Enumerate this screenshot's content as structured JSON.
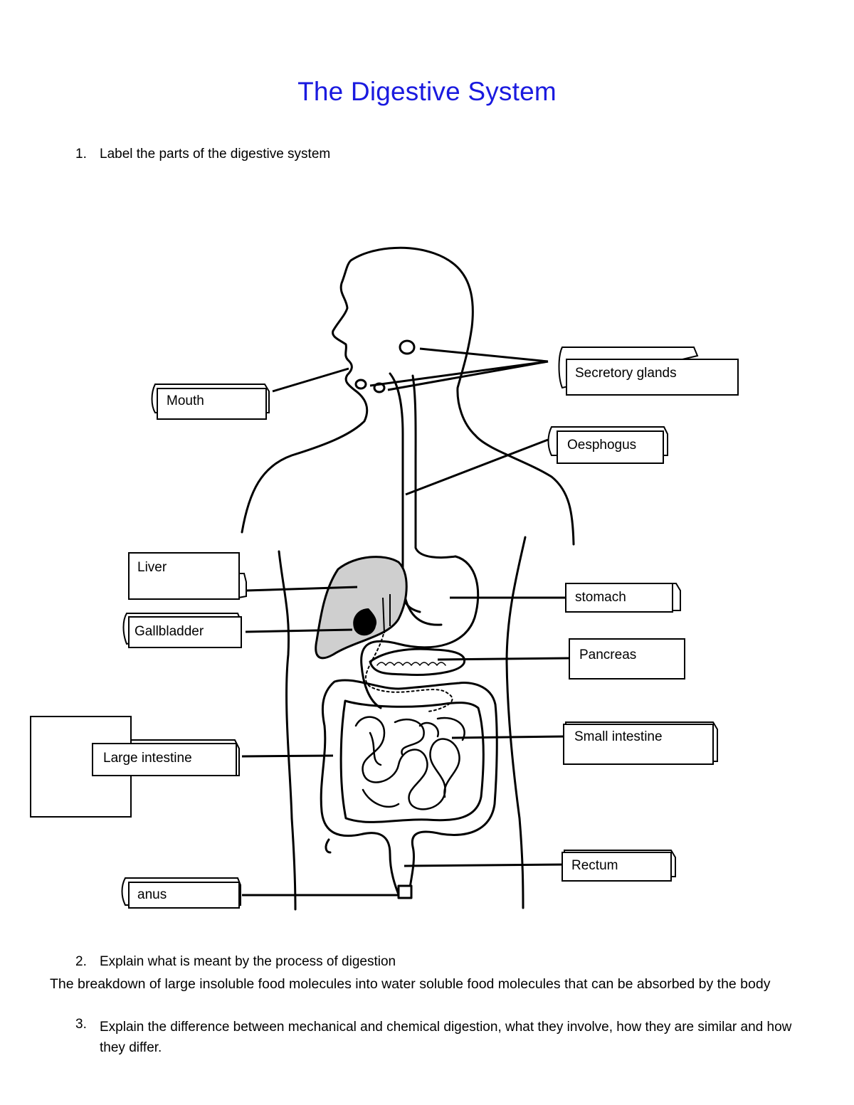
{
  "title": "The Digestive System",
  "questions": [
    {
      "number": "1.",
      "text": "Label the parts of the digestive system"
    },
    {
      "number": "2.",
      "text": "Explain what is meant  by the process of digestion"
    },
    {
      "number": "3.",
      "text": "Explain the difference between mechanical and chemical digestion, what they involve, how they are similar and how they differ."
    }
  ],
  "answer_2": "The breakdown of large insoluble food molecules into water soluble food molecules that can be absorbed by the body",
  "labels": {
    "mouth": "Mouth",
    "secretory_glands": "Secretory glands",
    "oesophagus": "Oesphogus",
    "liver": "Liver",
    "stomach": "stomach",
    "gallbladder": "Gallbladder",
    "pancreas": "Pancreas",
    "large_intestine": "Large intestine",
    "small_intestine": "Small intestine",
    "rectum": "Rectum",
    "anus": "anus"
  },
  "colors": {
    "title": "#1a1adf",
    "liver_fill": "#cfcfcf",
    "outline": "#000000"
  }
}
